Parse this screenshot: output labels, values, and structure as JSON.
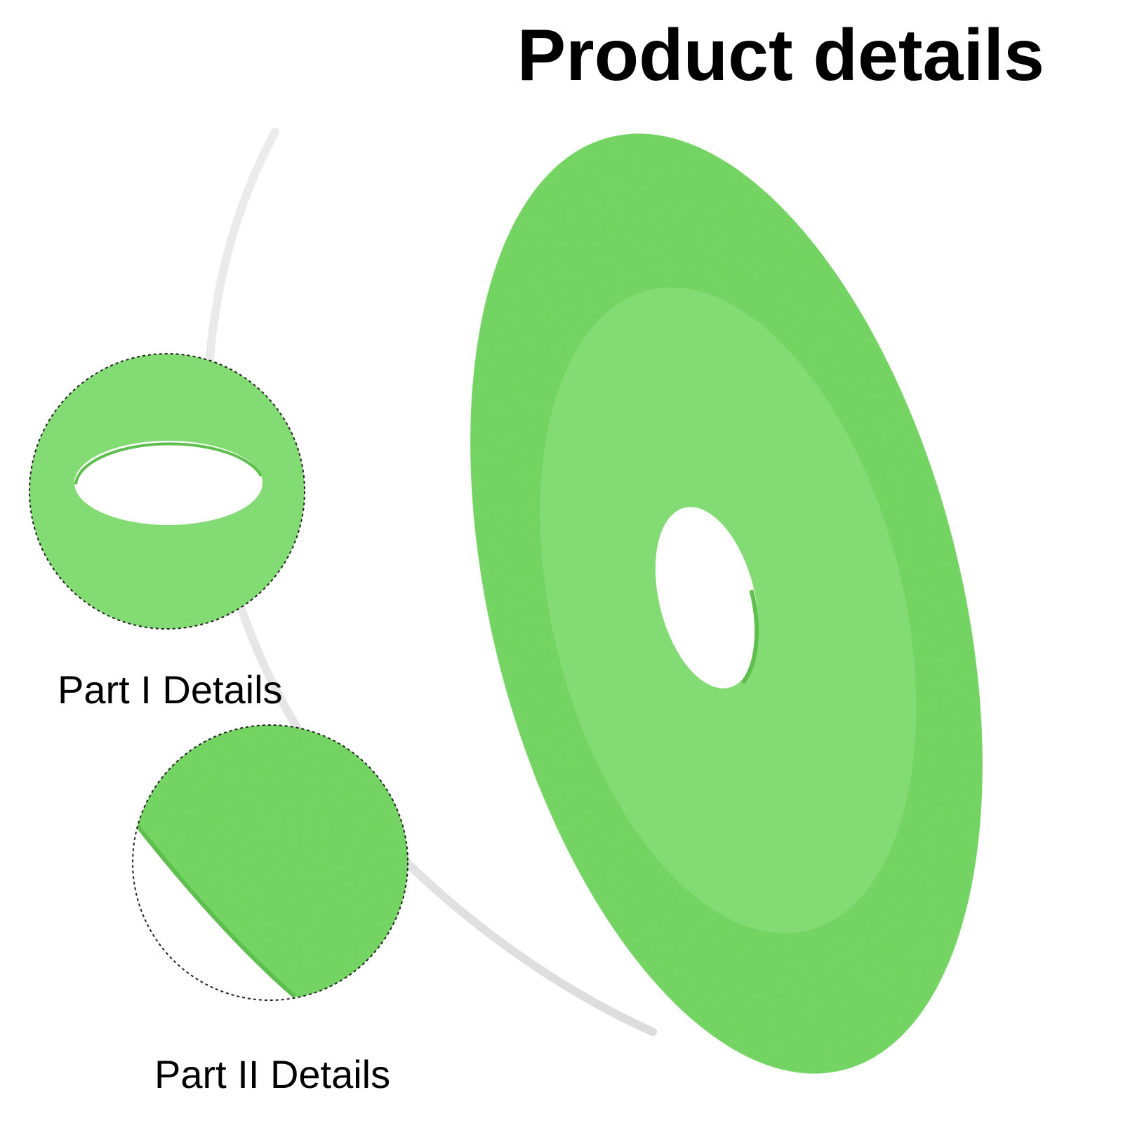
{
  "page": {
    "title": "Product details",
    "background_color": "#ffffff"
  },
  "product": {
    "name": "green-cutting-disc",
    "rim_color": "#71d45f",
    "core_color": "#83dc73",
    "hole_color": "#ffffff",
    "icon": "cutting-disc-image"
  },
  "details": [
    {
      "label": "Part I Details",
      "icon": "inner-hole-closeup-image"
    },
    {
      "label": "Part II Details",
      "icon": "rim-texture-closeup-image"
    }
  ]
}
